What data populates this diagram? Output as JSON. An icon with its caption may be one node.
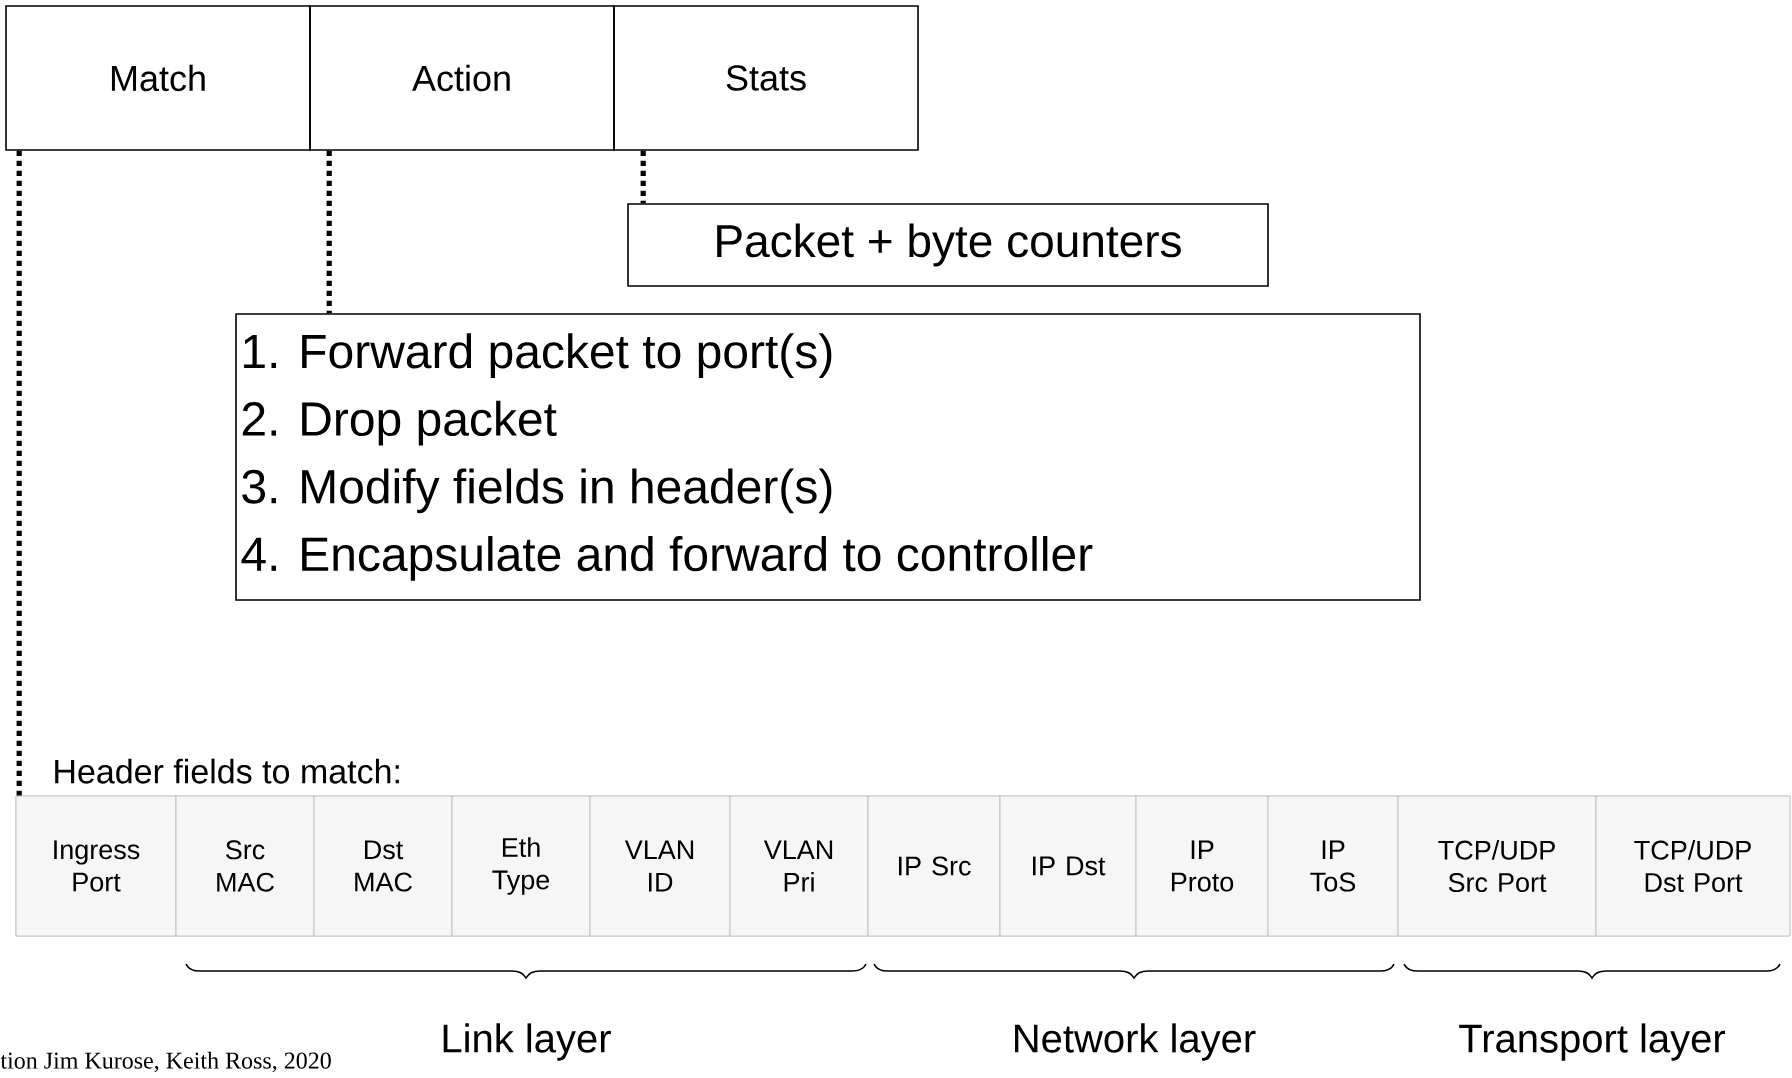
{
  "diagram": {
    "nodes": [
      {
        "text": [
          "Match"
        ]
      },
      {
        "text": [
          "Action"
        ]
      },
      {
        "text": [
          "Stats"
        ]
      },
      {
        "text": [
          "Packet + byte counters"
        ]
      },
      {
        "text": [
          "1. Forward packet to port(s)",
          "2. Drop packet",
          "3. Modify fields in header(s)",
          "4. Encapsulate and forward to controller"
        ]
      },
      {
        "text": [
          "Header fields to match:"
        ]
      },
      {
        "text": [
          "Ingress Port"
        ],
        "in": 5
      },
      {
        "text": [
          "Src MAC"
        ],
        "in": 5
      },
      {
        "text": [
          "Dst MAC"
        ],
        "in": 5
      },
      {
        "text": [
          "Eth Type"
        ],
        "in": 5
      },
      {
        "text": [
          "VLAN ID"
        ],
        "in": 5
      },
      {
        "text": [
          "VLAN Pri"
        ],
        "in": 5
      },
      {
        "text": [
          "IP Src"
        ],
        "in": 5
      },
      {
        "text": [
          "IP Dst"
        ],
        "in": 5
      },
      {
        "text": [
          "IP Proto"
        ],
        "in": 5
      },
      {
        "text": [
          "IP ToS"
        ],
        "in": 5
      },
      {
        "text": [
          "TCP/UDP Src Port"
        ],
        "in": 5
      },
      {
        "text": [
          "TCP/UDP Dst Port"
        ],
        "in": 5
      }
    ],
    "edges": [
      {
        "from": 0,
        "to": 5,
        "arrow": "none",
        "style": "dashed"
      },
      {
        "from": 1,
        "to": 4,
        "arrow": "none",
        "style": "dashed"
      },
      {
        "from": 2,
        "to": 3,
        "arrow": "none",
        "style": "dashed"
      }
    ],
    "labels": [
      "Link layer",
      "Network layer",
      "Transport layer",
      "tion Jim Kurose, Keith Ross, 2020"
    ]
  }
}
